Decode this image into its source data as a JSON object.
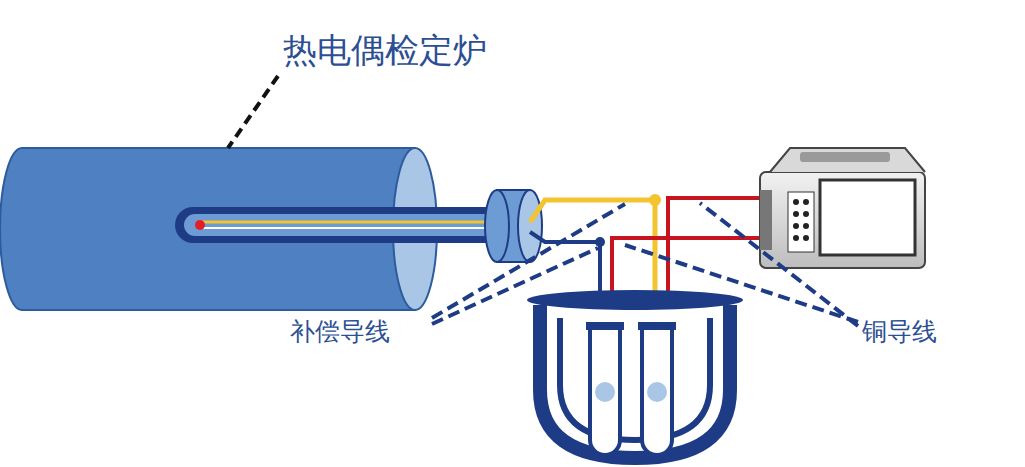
{
  "diagram": {
    "labels": [
      "热电偶检定炉",
      "补偿导线",
      "铜导线"
    ]
  }
}
